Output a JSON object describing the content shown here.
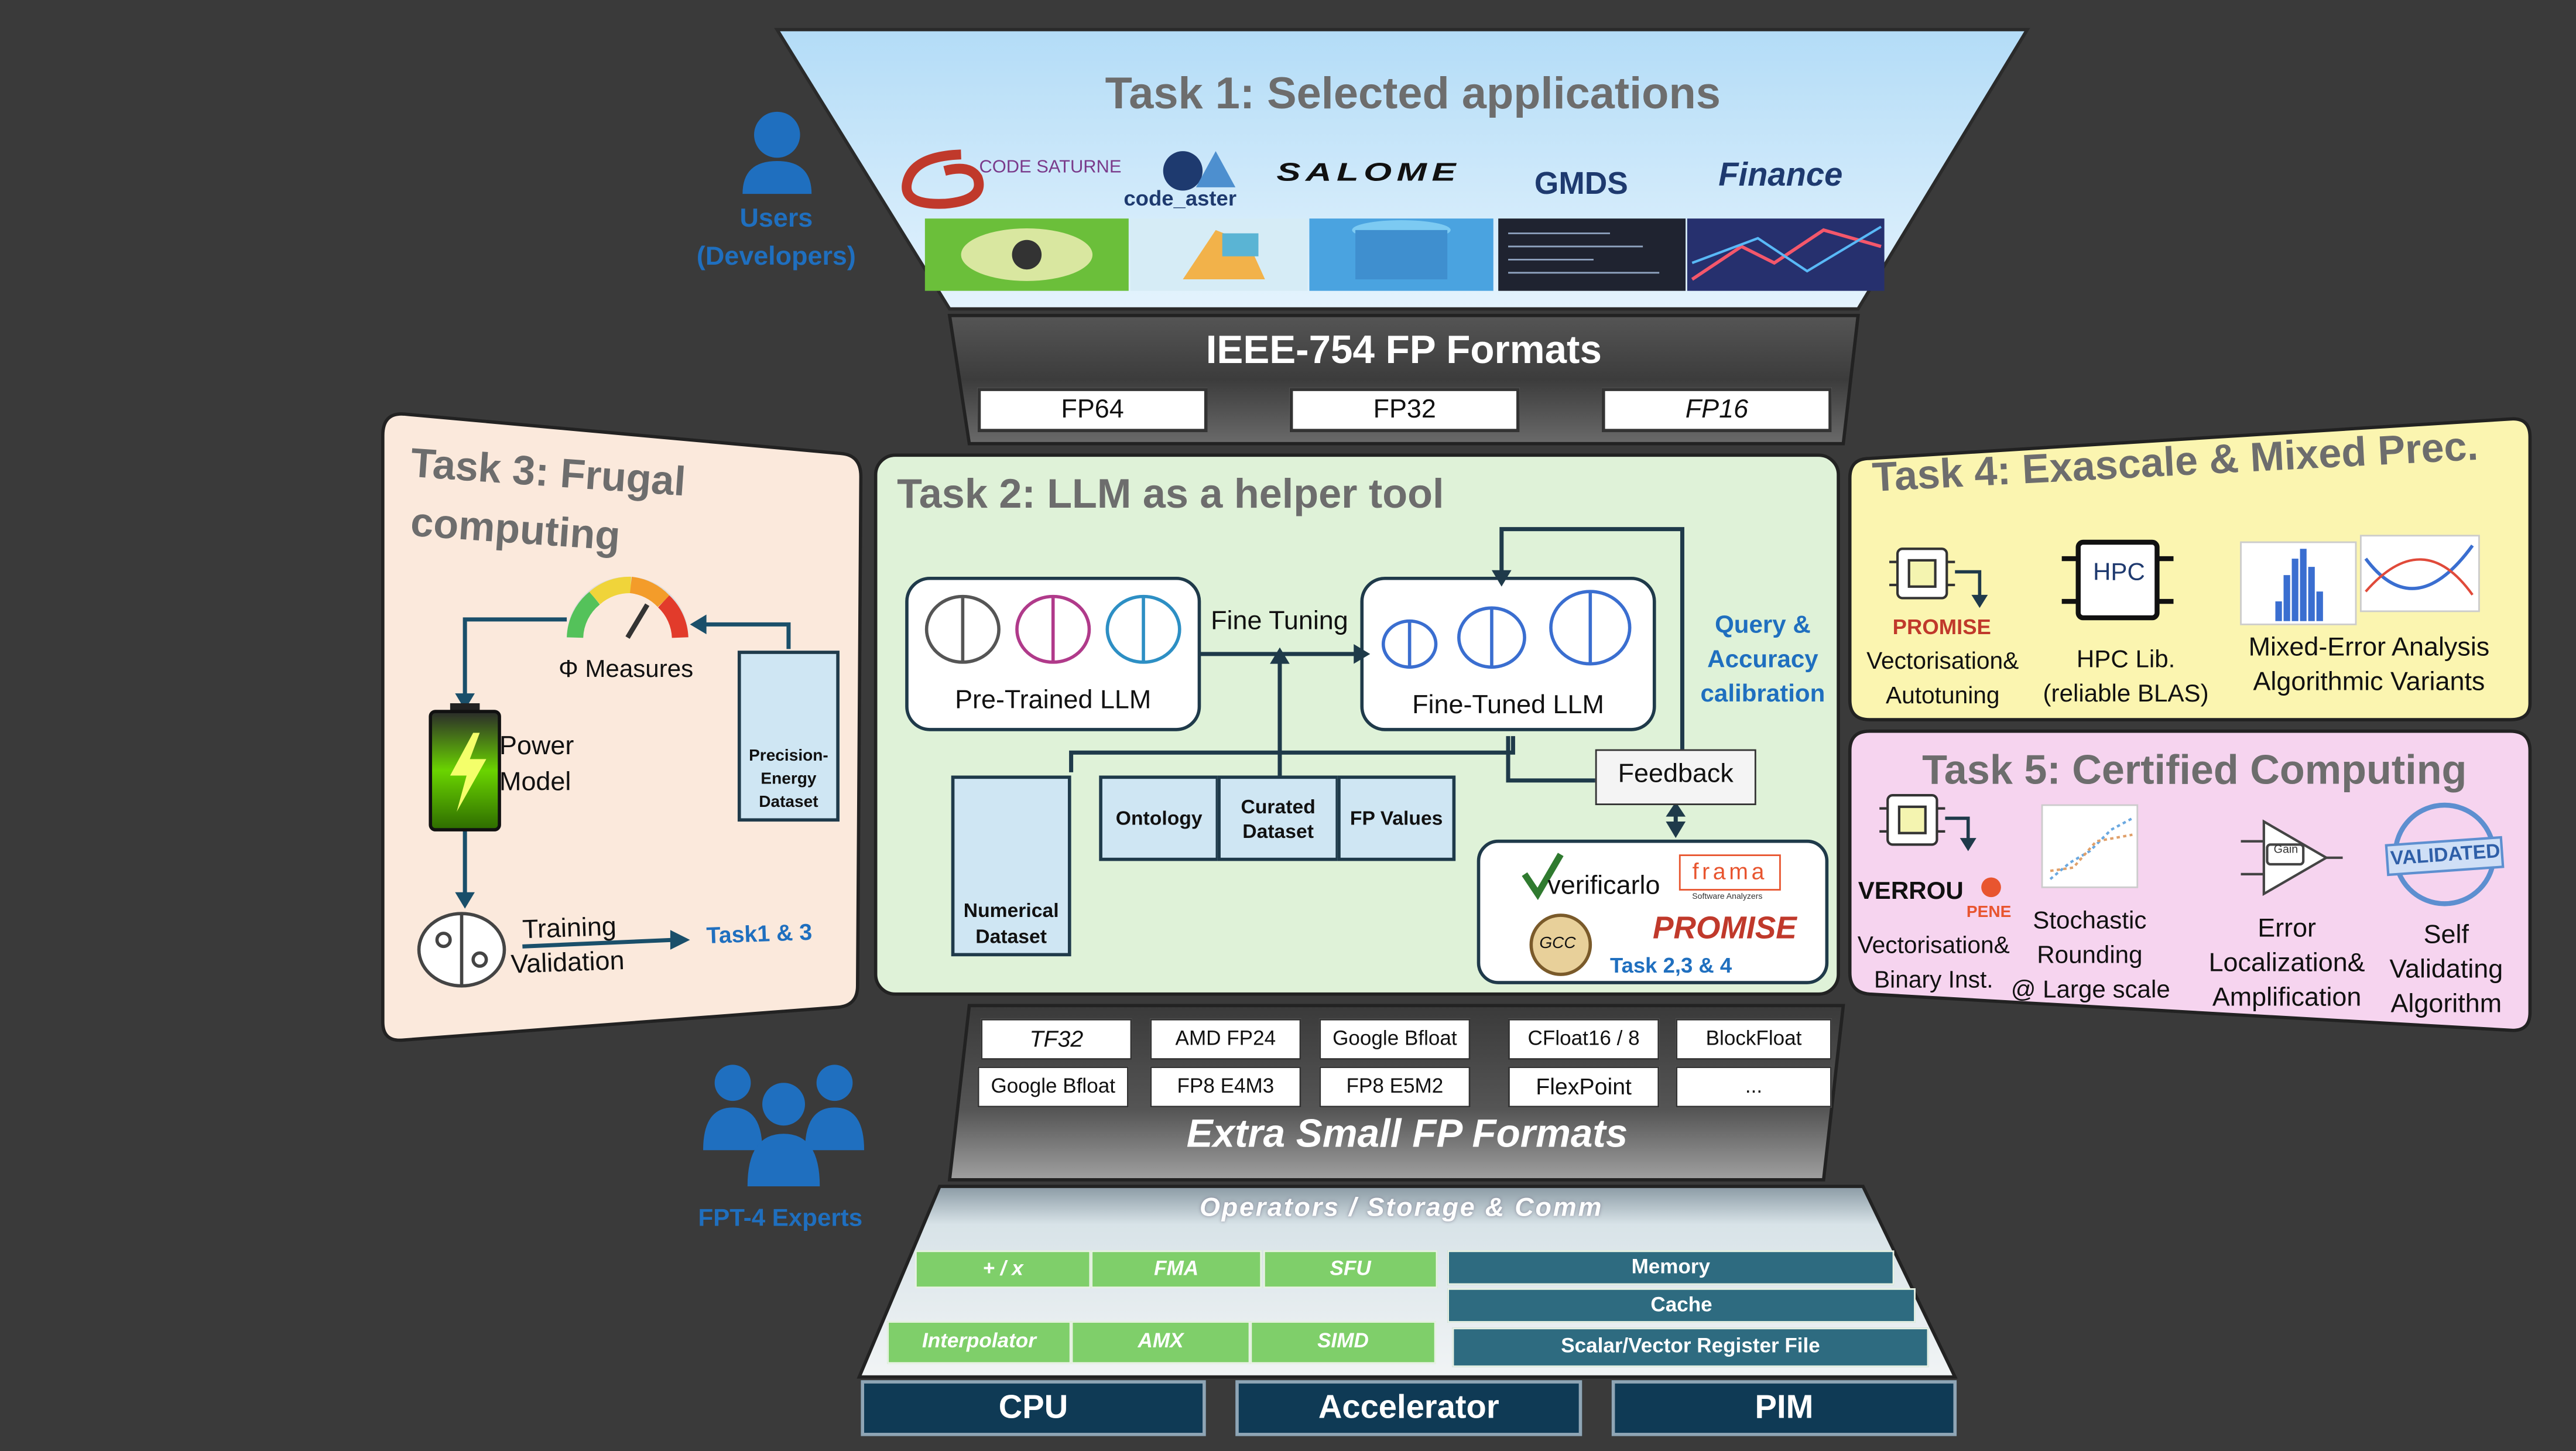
{
  "task1": {
    "title": "Task 1: Selected applications",
    "logos": {
      "code_saturne": "CODE SATURNE",
      "code_aster": "code_aster",
      "salome": "SALOME",
      "gmds": "GMDS",
      "finance": "Finance"
    }
  },
  "users": {
    "label1": "Users",
    "label2": "(Developers)"
  },
  "ieee": {
    "title": "IEEE-754 FP Formats",
    "fp64": "FP64",
    "fp32": "FP32",
    "fp16": "FP16"
  },
  "task3": {
    "title1": "Task 3: Frugal",
    "title2": "computing",
    "measures": "Φ Measures",
    "power1": "Power",
    "power2": "Model",
    "dataset": [
      "Precision-",
      "Energy",
      "Dataset"
    ],
    "training": "Training",
    "validation": "Validation",
    "task13": "Task1 & 3"
  },
  "task2": {
    "title": "Task 2: LLM as a helper tool",
    "pretrained": "Pre-Trained LLM",
    "finetuning": "Fine Tuning",
    "finetuned": "Fine-Tuned LLM",
    "query": [
      "Query &",
      "Accuracy",
      "calibration"
    ],
    "feedback": "Feedback",
    "ontology": "Ontology",
    "curated": [
      "Curated",
      "Dataset"
    ],
    "fpvalues": "FP Values",
    "numerical": [
      "Numerical",
      "Dataset"
    ],
    "tools": {
      "verificarlo": "verificarlo",
      "frama": "frama",
      "frama_sub": "Software Analyzers",
      "promise": "PROMISE",
      "gcc": "GCC",
      "task234": "Task 2,3 & 4"
    }
  },
  "task4": {
    "title": "Task 4: Exascale & Mixed Prec.",
    "promise": "PROMISE",
    "vect": [
      "Vectorisation&",
      "Autotuning"
    ],
    "hpc": "HPC",
    "hpclib": [
      "HPC Lib.",
      "(reliable BLAS)"
    ],
    "mixed": [
      "Mixed-Error Analysis",
      "Algorithmic Variants"
    ]
  },
  "task5": {
    "title": "Task 5: Certified Computing",
    "verrou": "VERROU",
    "pene": "PENE",
    "vect": [
      "Vectorisation&",
      "Binary Inst."
    ],
    "stochastic": [
      "Stochastic",
      "Rounding",
      "@ Large scale"
    ],
    "error": [
      "Error",
      "Localization&",
      "Amplification"
    ],
    "self": [
      "Self",
      "Validating",
      "Algorithm"
    ],
    "validated": "VALIDATED",
    "gain": "Gain"
  },
  "small": {
    "title": "Extra Small FP Formats",
    "row1": [
      "TF32",
      "AMD FP24",
      "Google Bfloat",
      "CFloat16 / 8",
      "BlockFloat"
    ],
    "row2": [
      "Google Bfloat",
      "FP8 E4M3",
      "FP8 E5M2",
      "FlexPoint",
      "..."
    ]
  },
  "experts": {
    "label": "FPT-4 Experts"
  },
  "ops": {
    "title": "Operators / Storage & Comm",
    "green1": [
      "+ / x",
      "FMA",
      "SFU"
    ],
    "green2": [
      "Interpolator",
      "AMX",
      "SIMD"
    ],
    "memory": "Memory",
    "cache": "Cache",
    "regfile": "Scalar/Vector Register File"
  },
  "base": {
    "cpu": "CPU",
    "accel": "Accelerator",
    "pim": "PIM"
  },
  "colors": {
    "background": "#3a3a3a",
    "task1_bg": "#a9d7f5",
    "task2_bg": "#dff2d8",
    "task3_bg": "#fbe9dc",
    "task4_bg": "#fbf5b0",
    "task5_bg": "#f6d4ef",
    "title_blue": "#1f6fbf",
    "gray_text": "#6d6d6d"
  }
}
